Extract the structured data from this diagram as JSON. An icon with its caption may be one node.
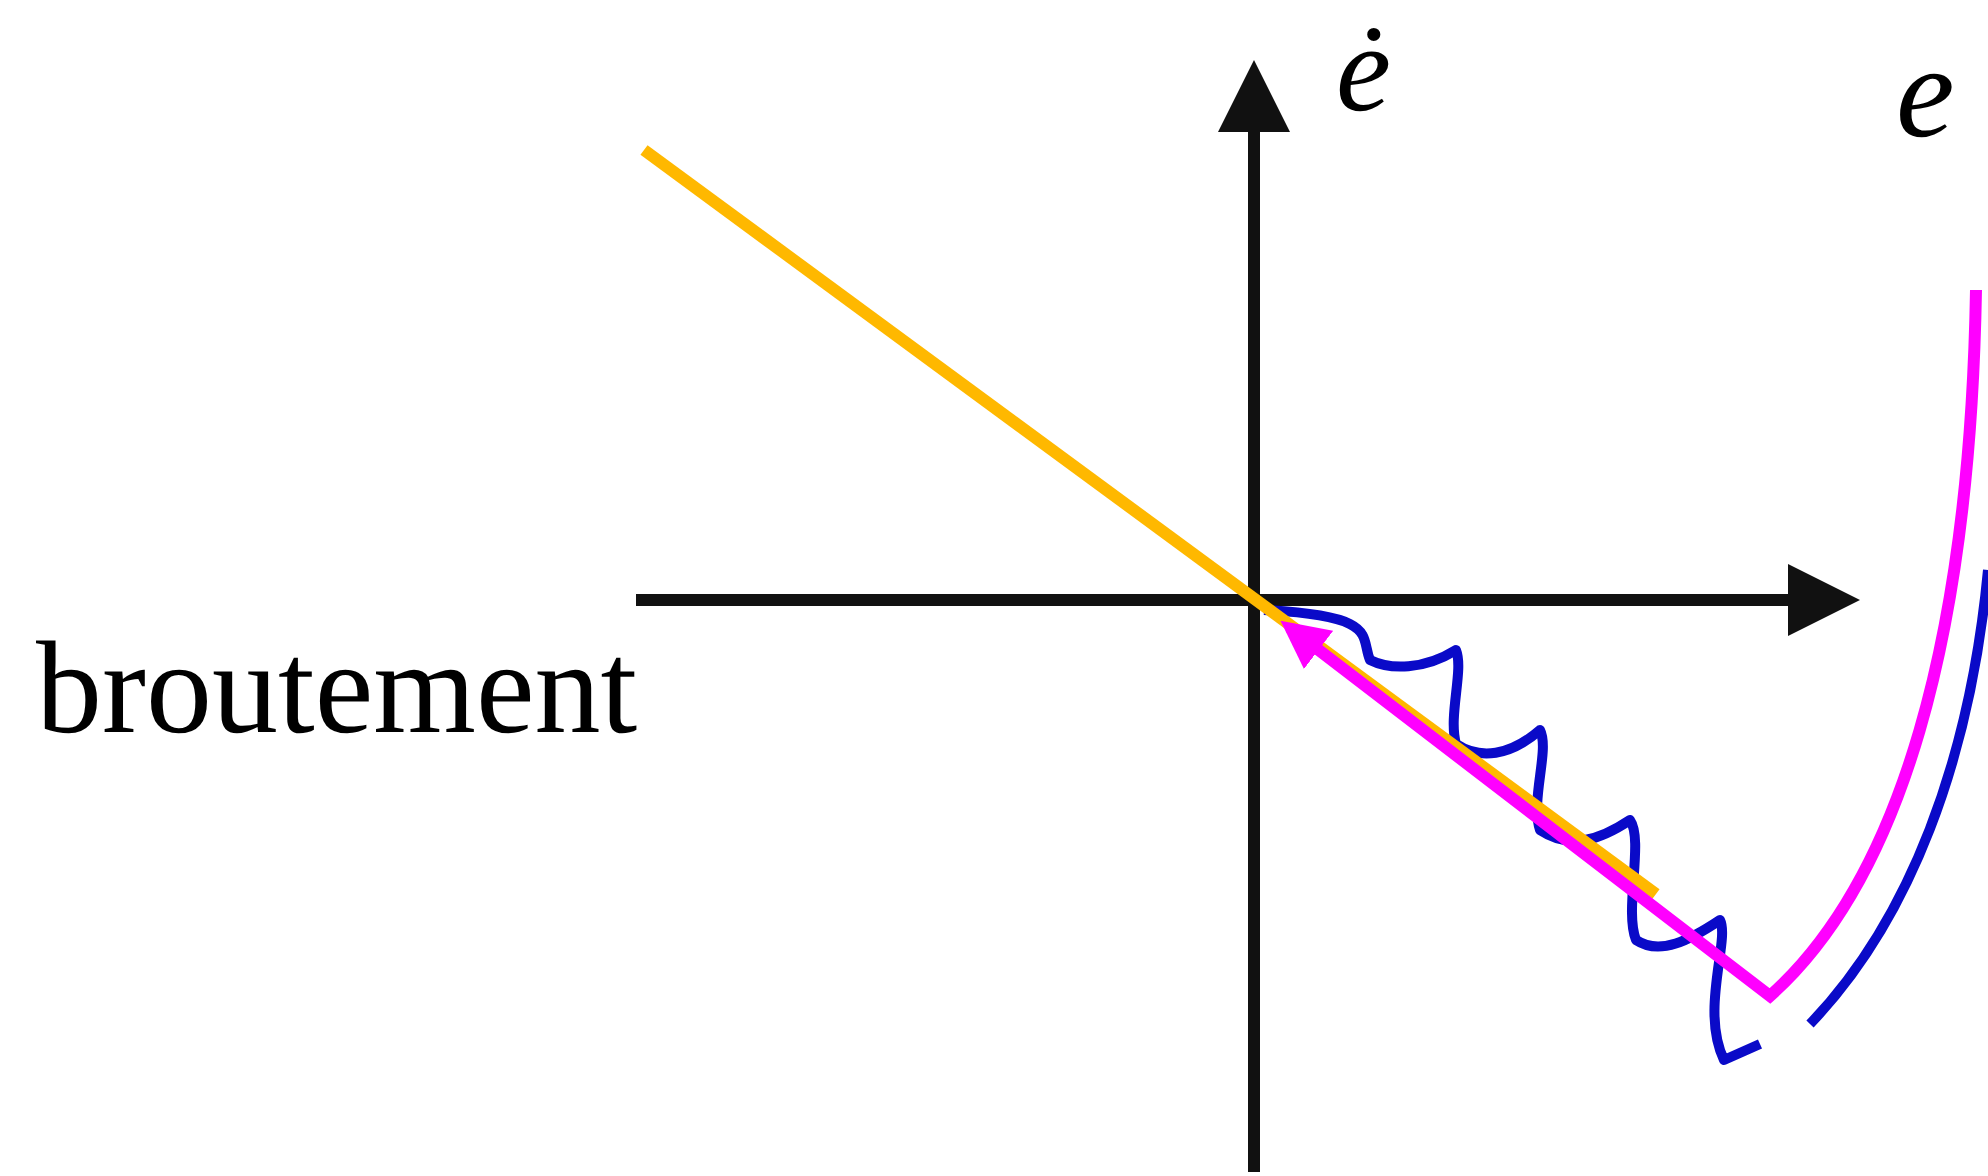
{
  "diagram": {
    "labels": [
      "ė",
      "e",
      "broutement"
    ]
  }
}
